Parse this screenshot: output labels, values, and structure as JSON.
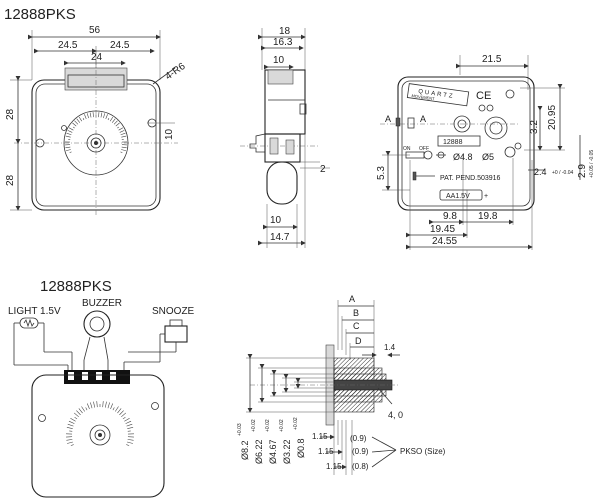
{
  "titles": {
    "model_top": "12888PKS",
    "model_bottom": "12888PKS"
  },
  "front_view": {
    "dim_width": "56",
    "dim_half_left": "24.5",
    "dim_half_right": "24.5",
    "dim_slot": "24",
    "dim_radius": "4-R6",
    "dim_height_top": "28",
    "dim_height_bottom": "28",
    "dim_hole_offset": "10"
  },
  "side_view": {
    "dim_depth": "18",
    "dim_body": "16.3",
    "dim_top": "10",
    "dim_shaft": "2",
    "dim_battery": "10",
    "dim_total": "14.7"
  },
  "back_view": {
    "brand": "QUARTZ",
    "subtitle": "MOVEMENT",
    "model": "12888",
    "patent": "PAT. PEND.503916",
    "battery": "AA1.5V",
    "mark_ce": "CE",
    "dim_21_5": "21.5",
    "dim_20_95": "20.95",
    "dim_3_2": "3.2",
    "dim_2_9": "2.9",
    "dim_2_9_tol": "+0.05 / -0.05",
    "dim_2_4": "2.4",
    "dim_2_4_tol": "+0 / -0.04",
    "dim_5_3": "5.3",
    "dim_hole": "Ø4.8",
    "dim_hole2": "Ø5",
    "dim_9_8": "9.8",
    "dim_19_8": "19.8",
    "dim_19_45": "19.45",
    "dim_24_55": "24.55",
    "section_a_left": "A",
    "section_a_right": "A",
    "switch_on": "ON",
    "switch_off": "OFF"
  },
  "wiring": {
    "light_label": "LIGHT 1.5V",
    "buzzer_label": "BUZZER",
    "snooze_label": "SNOOZE"
  },
  "shaft_detail": {
    "label_a": "A",
    "label_b": "B",
    "label_c": "C",
    "label_d": "D",
    "dim_1_4": "1.4",
    "dim_thread": "4, 0",
    "dim_82": "Ø8.2",
    "dim_82_tol": "+0.03",
    "dim_622": "Ø6.22",
    "dim_622_tol": "+0.02",
    "dim_467": "Ø4.67",
    "dim_467_tol": "+0.02",
    "dim_322": "Ø3.22",
    "dim_322_tol": "+0.02",
    "dim_08": "Ø0.8",
    "dim_08_tol": "+0.02",
    "dim_115_a": "1.15",
    "dim_115_b": "1.15",
    "dim_115_c": "1.15",
    "dim_09_a": "(0.9)",
    "dim_09_b": "(0.9)",
    "dim_08_c": "(0.8)",
    "pkso": "PKSO (Size)"
  }
}
